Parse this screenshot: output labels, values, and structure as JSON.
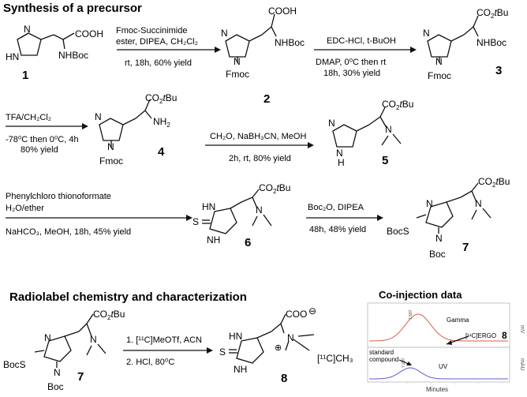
{
  "headings": {
    "synthesis": "Synthesis of a precursor",
    "radiolabel": "Radiolabel chemistry and characterization",
    "coinjection": "Co-injection data"
  },
  "atoms": {
    "N": "N",
    "NH": "NH",
    "HN": "HN",
    "H": "H",
    "S": "S",
    "COOH": "COOH",
    "NHBoc": "NHBoc",
    "Fmoc": "Fmoc",
    "Boc": "Boc",
    "BocS": "BocS",
    "NH2": "NH",
    "sub2": "2",
    "CO2": "CO",
    "tBu": "t",
    "Bu": "Bu",
    "COO": "COO",
    "ominus": "⊖",
    "oplus": "⊕",
    "C11CH3": "[¹¹C]CH₃"
  },
  "compounds": [
    "1",
    "2",
    "3",
    "4",
    "5",
    "6",
    "7",
    "8"
  ],
  "steps": {
    "s1_top1": "Fmoc-Succinimide",
    "s1_top2": "ester, DIPEA, CH₂Cl₂",
    "s1_bot": "rt, 18h, 60% yield",
    "s2_top": "EDC-HCl, t-BuOH",
    "s2_bot1": "DMAP, 0⁰C then rt",
    "s2_bot2": "18h, 30% yield",
    "s3_top": "TFA/CH₂Cl₂",
    "s3_bot1": "-78⁰C then 0⁰C, 4h",
    "s3_bot2": "80% yield",
    "s4_top": "CH₂O, NaBH₃CN, MeOH",
    "s4_bot": "2h, rt, 80% yield",
    "s5_top1": "Phenylchloro thionoformate",
    "s5_top2": "H₂O/ether",
    "s5_bot": "NaHCO₃, MeOH, 18h, 45% yield",
    "s6_top": "Boc₂O, DIPEA",
    "s6_bot": "48h, 48% yield",
    "s7_top": "1. [¹¹C]MeOTf, ACN",
    "s7_bot": "2. HCl, 80⁰C"
  },
  "chromatogram": {
    "gamma_label": "Gamma",
    "ergo_label": "[¹¹C]ERGO",
    "ergo_num": "8",
    "std_label1": "standard",
    "std_label2": "compound",
    "uv_label": "UV",
    "mv_label": "mV",
    "mau_label": "mAU",
    "x_label": "Minutes",
    "peak_top_rt": "7.587",
    "peak_bot_rt": "7.297",
    "colors": {
      "gamma": "#e05a4a",
      "uv": "#5b5bd6",
      "frame": "#b8b8b8"
    }
  }
}
